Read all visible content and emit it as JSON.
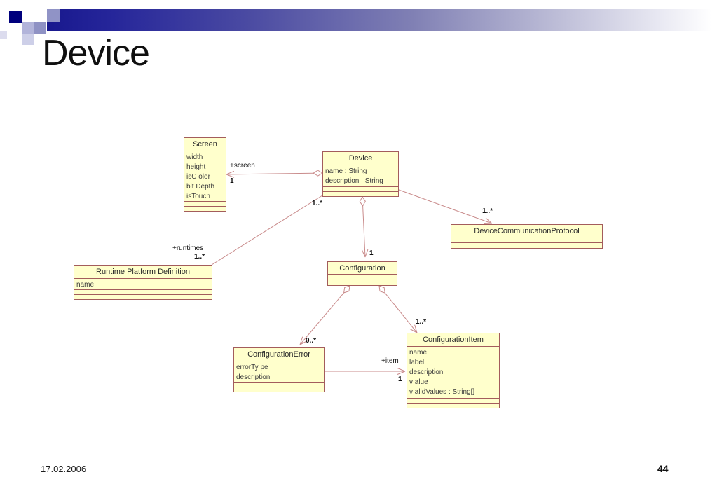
{
  "slide": {
    "title": "Device",
    "footer": {
      "date": "17.02.2006",
      "page_number": "44"
    }
  },
  "colors": {
    "accent_navy": "#00007d",
    "header_gradient_start": "#18188e",
    "class_box_fill": "#ffffcc",
    "class_box_border": "#a35c5c",
    "association_line": "#c98b8b"
  },
  "diagram": {
    "classes": {
      "screen": {
        "title": "Screen",
        "attrs": [
          "width",
          "height",
          "isC olor",
          "bit Depth",
          "isTouch"
        ]
      },
      "device": {
        "title": "Device",
        "attrs": [
          "name : String",
          "description : String"
        ]
      },
      "protocol": {
        "title": "DeviceCommunicationProtocol",
        "attrs": []
      },
      "runtime": {
        "title": "Runtime Platform Definition",
        "attrs": [
          "name"
        ]
      },
      "configuration": {
        "title": "Configuration",
        "attrs": []
      },
      "config_error": {
        "title": "ConfigurationError",
        "attrs": [
          "errorTy pe",
          "description"
        ]
      },
      "config_item": {
        "title": "ConfigurationItem",
        "attrs": [
          "name",
          "label",
          "description",
          "v alue",
          "v alidValues : String[]"
        ]
      }
    },
    "labels": {
      "screen_role": "+screen",
      "screen_mult": "1",
      "runtime_mult_device": "1..*",
      "runtime_role": "+runtimes",
      "runtime_mult": "1..*",
      "protocol_mult": "1..*",
      "configuration_mult": "1",
      "config_error_mult": "0..*",
      "config_item_mult": "1..*",
      "item_role": "+item",
      "item_mult": "1"
    }
  }
}
